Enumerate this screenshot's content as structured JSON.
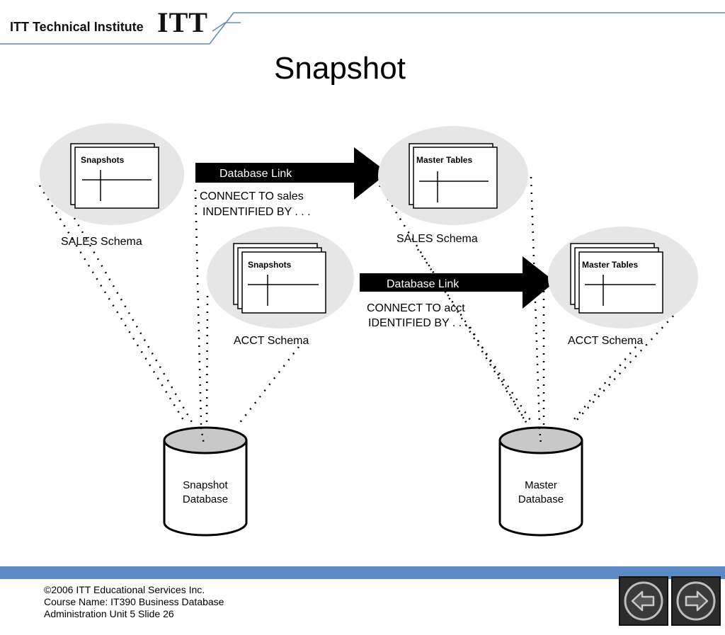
{
  "header": {
    "brand": "ITT Technical Institute",
    "logo": "ITT"
  },
  "slide": {
    "title": "Snapshot"
  },
  "diagram": {
    "sales_snapshot_table": "Snapshots",
    "sales_link": {
      "label": "Database Link",
      "connect": "CONNECT TO sales",
      "identified": "INDENTIFIED BY . . ."
    },
    "sales_master_table": "Master Tables",
    "sales_schema_left": "SALES Schema",
    "sales_schema_right": "SALES Schema",
    "acct_snapshot_table": "Snapshots",
    "acct_link": {
      "label": "Database Link",
      "connect": "CONNECT TO acct",
      "identified": "IDENTIFIED BY . . ."
    },
    "acct_master_table": "Master Tables",
    "acct_schema_left": "ACCT Schema",
    "acct_schema_right": "ACCT Schema",
    "snapshot_db": {
      "line1": "Snapshot",
      "line2": "Database"
    },
    "master_db": {
      "line1": "Master",
      "line2": "Database"
    }
  },
  "footer": {
    "line1": "©2006 ITT Educational Services Inc.",
    "line2": "Course Name: IT390 Business Database",
    "line3": "Administration Unit 5 Slide 26"
  },
  "nav": {
    "prev_icon": "arrow-left-icon",
    "next_icon": "arrow-right-icon"
  }
}
